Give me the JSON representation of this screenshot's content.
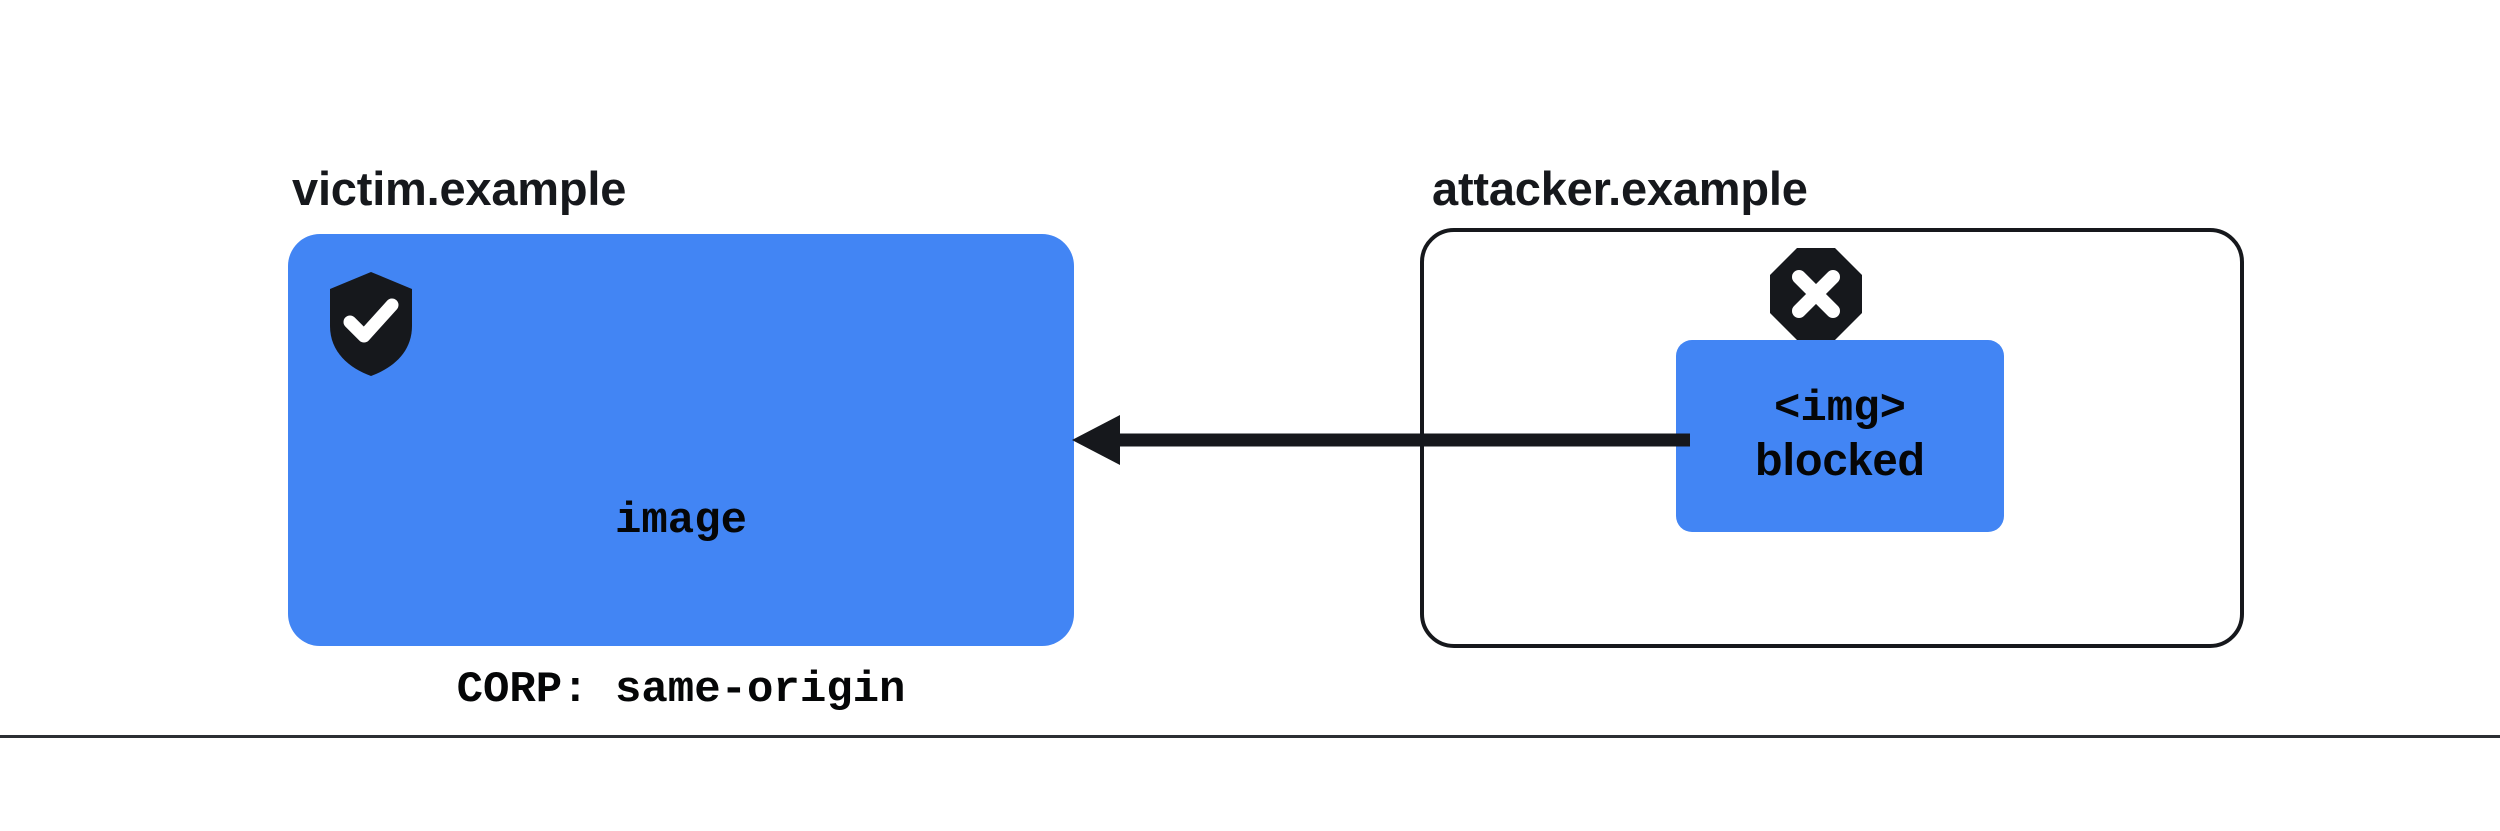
{
  "diagram": {
    "title": "CORP same-origin blocks cross-origin image embed",
    "background_color": "#ffffff",
    "accent_blue": "#4285f4",
    "ink_color": "#16181c",
    "divider_color": "#2b2f33"
  },
  "victim": {
    "origin_label": "victim.example",
    "shield_icon": "shield-check-icon",
    "resource_name": "image",
    "resource_header": "CORP: same-origin"
  },
  "attacker": {
    "origin_label": "attacker.example",
    "blocked_icon": "octagon-x-icon",
    "element_tag": "<img>",
    "element_state": "blocked"
  },
  "connection": {
    "arrow_name": "blocked-request-arrow",
    "direction": "right-to-left",
    "from": "attacker.example",
    "to": "victim.example",
    "color": "#16181c"
  }
}
